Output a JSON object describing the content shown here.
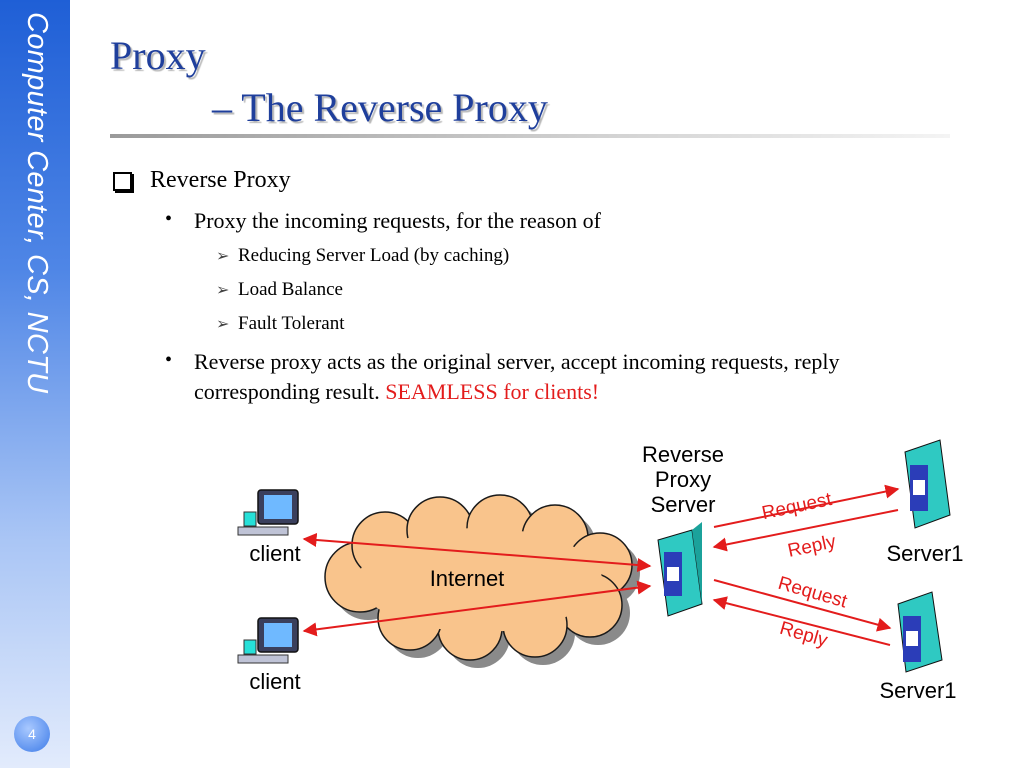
{
  "sidebar": {
    "text": "Computer Center, CS, NCTU"
  },
  "page_number": "4",
  "title": {
    "line1": "Proxy",
    "line2": "– The Reverse Proxy"
  },
  "bullets": {
    "level1": "Reverse Proxy",
    "item1": "Proxy the incoming requests, for the reason of",
    "subitems": [
      "Reducing Server Load (by caching)",
      "Load Balance",
      "Fault Tolerant"
    ],
    "item2_line1": "Reverse proxy acts as the original server, accept incoming requests, reply",
    "item2_line2": "corresponding result.",
    "item2_highlight": "SEAMLESS for clients!"
  },
  "diagram": {
    "cloud_label": "Internet",
    "clients": [
      "client",
      "client"
    ],
    "proxy_label": [
      "Reverse",
      "Proxy",
      "Server"
    ],
    "servers": [
      "Server1",
      "Server1"
    ],
    "arrows": {
      "request_top": "Request",
      "reply_top": "Reply",
      "request_bottom": "Request",
      "reply_bottom": "Reply"
    },
    "colors": {
      "arrow": "#e31c1c",
      "cloud": "#f9c48c",
      "server": "#2fc9c2",
      "server_panel": "#2b3db8"
    }
  }
}
